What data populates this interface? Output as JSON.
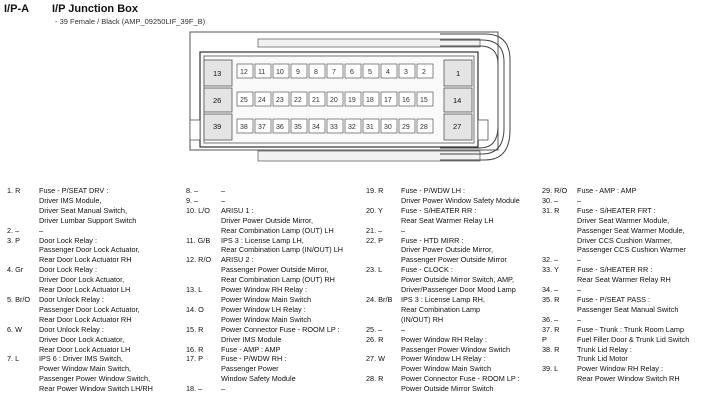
{
  "header": {
    "code": "I/P-A",
    "title": "I/P Junction Box",
    "subtitle": "- 39 Female / Black (AMP_09250LIF_39F_B)"
  },
  "connector": {
    "left_labels": [
      "13",
      "26",
      "39"
    ],
    "right_labels": [
      "1",
      "14",
      "27"
    ],
    "row1_pins": [
      "12",
      "11",
      "10",
      "9",
      "8",
      "7",
      "6",
      "5",
      "4",
      "3",
      "2"
    ],
    "row2_pins": [
      "25",
      "24",
      "23",
      "22",
      "21",
      "20",
      "19",
      "18",
      "17",
      "16",
      "15"
    ],
    "row3_pins": [
      "38",
      "37",
      "36",
      "35",
      "34",
      "33",
      "32",
      "31",
      "30",
      "29",
      "28"
    ]
  },
  "columns": [
    [
      {
        "num": "1. R",
        "lines": [
          "Fuse - P/SEAT DRV :",
          "Driver IMS Module,",
          "Driver Seat Manual Switch,",
          "Driver Lumbar Support Switch"
        ]
      },
      {
        "num": "2. –",
        "lines": [
          "–"
        ]
      },
      {
        "num": "3. P",
        "lines": [
          "Door Lock Relay :",
          "Passenger Door Lock Actuator,",
          "Rear Door Lock Actuator RH"
        ]
      },
      {
        "num": "4. Gr",
        "lines": [
          "Door Lock Relay :",
          "Driver Door Lock Actuator,",
          "Rear Door Lock Actuator LH"
        ]
      },
      {
        "num": "5. Br/O",
        "lines": [
          "Door Unlock Relay :",
          "Passenger Door Lock Actuator,",
          "Rear Door Lock Actuator RH"
        ]
      },
      {
        "num": "6. W",
        "lines": [
          "Door Unlock Relay :",
          "Driver Door Lock Actuator,",
          "Rear Door Lock Actuator LH"
        ]
      },
      {
        "num": "7. L",
        "lines": [
          "IPS 6 : Driver IMS Switch,",
          "Power Window Main Switch,",
          "Passenger Power Window Switch,",
          "Rear Power Window Switch LH/RH"
        ]
      }
    ],
    [
      {
        "num": "8. –",
        "lines": [
          "–"
        ]
      },
      {
        "num": "9. –",
        "lines": [
          "–"
        ]
      },
      {
        "num": "10. L/O",
        "lines": [
          "ARISU 1 :",
          "Driver Power Outside Mirror,",
          "Rear Combination Lamp (OUT) LH"
        ]
      },
      {
        "num": "11. G/B",
        "lines": [
          "IPS 3 : License Lamp LH,",
          "Rear Combination Lamp (IN/OUT) LH"
        ]
      },
      {
        "num": "12. R/O",
        "lines": [
          "ARISU 2 :",
          "Passenger Power Outside Mirror,",
          "Rear Combination Lamp (OUT) RH"
        ]
      },
      {
        "num": "13. L",
        "lines": [
          "Power Window RH Relay :",
          "Power Window Main Switch"
        ]
      },
      {
        "num": "14. O",
        "lines": [
          "Power Window LH Relay :",
          "Power Window Main Switch"
        ]
      },
      {
        "num": "15. R",
        "lines": [
          "Power Connector Fuse - ROOM LP :",
          "Driver IMS Module"
        ]
      },
      {
        "num": "16. R",
        "lines": [
          "Fuse - AMP : AMP"
        ]
      },
      {
        "num": "17. P",
        "lines": [
          "Fuse - P/WDW RH :",
          "Passenger Power",
          "Window Safety Module"
        ]
      },
      {
        "num": "18. –",
        "lines": [
          "–"
        ]
      }
    ],
    [
      {
        "num": "19. R",
        "lines": [
          "Fuse - P/WDW LH :",
          "Driver Power Window Safety Module"
        ]
      },
      {
        "num": "20. Y",
        "lines": [
          "Fuse - S/HEATER RR :",
          "Rear Seat Warmer Relay LH"
        ]
      },
      {
        "num": "21. –",
        "lines": [
          "–"
        ]
      },
      {
        "num": "22. P",
        "lines": [
          "Fuse - HTD MIRR :",
          "Driver Power Outside Mirror,",
          "Passenger Power Outside Mirror"
        ]
      },
      {
        "num": "23. L",
        "lines": [
          "Fuse - CLOCK :",
          "Power Outside Mirror Switch, AMP,",
          "Driver/Passenger Door Mood Lamp"
        ]
      },
      {
        "num": "24. Br/B",
        "lines": [
          "IPS 3 : License Lamp RH,",
          "Rear Combination Lamp",
          "(IN/OUT) RH"
        ]
      },
      {
        "num": "25. –",
        "lines": [
          "–"
        ]
      },
      {
        "num": "26. R",
        "lines": [
          "Power Window RH Relay :",
          "Passenger Power Window Switch"
        ]
      },
      {
        "num": "27. W",
        "lines": [
          "Power Window LH Relay :",
          "Power Window Main Switch"
        ]
      },
      {
        "num": "28. R",
        "lines": [
          "Power Connector Fuse - ROOM LP :",
          "Power Outside Mirror Switch"
        ]
      }
    ],
    [
      {
        "num": "29. R/O",
        "lines": [
          "Fuse - AMP : AMP"
        ]
      },
      {
        "num": "30. –",
        "lines": [
          "–"
        ]
      },
      {
        "num": "31. R",
        "lines": [
          "Fuse - S/HEATER FRT :",
          "Driver Seat Warmer Module,",
          "Passenger Seat Warmer Module,",
          "Driver CCS Cushion Warmer,",
          "Passenger CCS Cushion Warmer"
        ]
      },
      {
        "num": "32. –",
        "lines": [
          "–"
        ]
      },
      {
        "num": "33. Y",
        "lines": [
          "Fuse - S/HEATER RR :",
          "Rear Seat Warmer Relay RH"
        ]
      },
      {
        "num": "34. –",
        "lines": [
          "–"
        ]
      },
      {
        "num": "35. R",
        "lines": [
          "Fuse - P/SEAT PASS :",
          "Passenger Seat Manual Switch"
        ]
      },
      {
        "num": "36. –",
        "lines": [
          "–"
        ]
      },
      {
        "num": "37. R",
        "lines": [
          "Fuse - Trunk : Trunk Room Lamp"
        ]
      },
      {
        "num": "P",
        "lines": [
          "Fuel Filler Door & Trunk Lid Switch"
        ]
      },
      {
        "num": "38. R",
        "lines": [
          "Trunk Lid Relay :",
          "Trunk Lid Motor"
        ]
      },
      {
        "num": "39. L",
        "lines": [
          "Power Window RH Relay :",
          "Rear Power Window Switch RH"
        ]
      }
    ]
  ]
}
